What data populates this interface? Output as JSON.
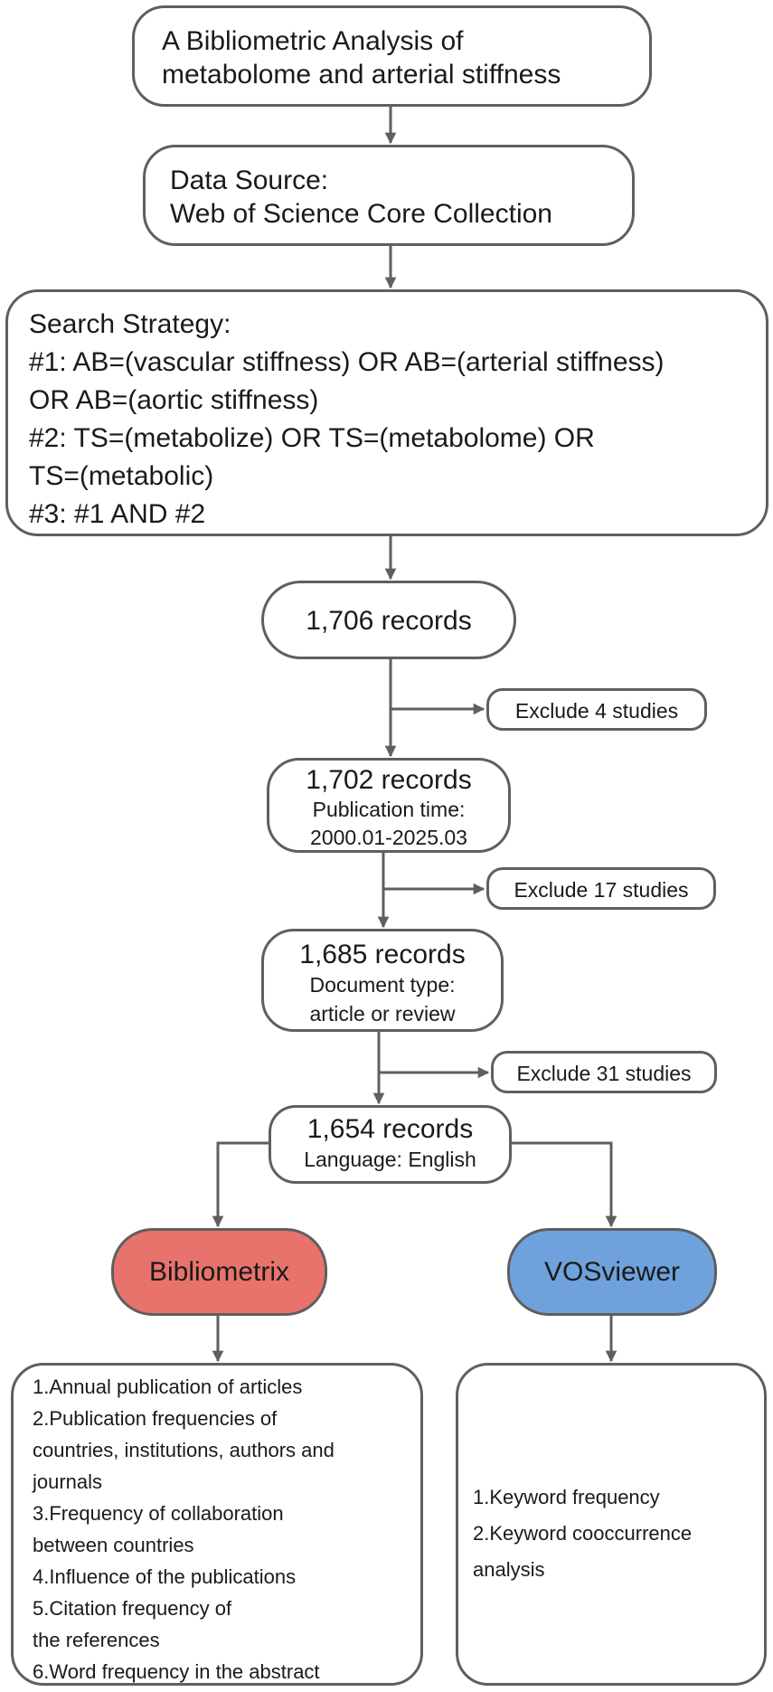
{
  "title_box": {
    "lines": [
      "A Bibliometric Analysis of",
      "metabolome and arterial stiffness"
    ]
  },
  "source_box": {
    "lines": [
      "Data Source:",
      "Web of Science Core Collection"
    ]
  },
  "strategy_box": {
    "lines": [
      "Search Strategy:",
      "#1: AB=(vascular stiffness) OR AB=(arterial stiffness)",
      "OR AB=(aortic stiffness)",
      "#2: TS=(metabolize) OR TS=(metabolome) OR",
      "TS=(metabolic)",
      "#3: #1 AND #2"
    ]
  },
  "records": [
    {
      "count": "1,706 records",
      "details": []
    },
    {
      "count": "1,702 records",
      "details": [
        "Publication time:",
        "2000.01-2025.03"
      ]
    },
    {
      "count": "1,685 records",
      "details": [
        "Document type:",
        "article or review"
      ]
    },
    {
      "count": "1,654 records",
      "details": [
        "Language: English"
      ]
    }
  ],
  "exclusions": [
    "Exclude 4 studies",
    "Exclude 17 studies",
    "Exclude 31 studies"
  ],
  "tools": [
    {
      "name": "Bibliometrix",
      "color": "#e8736d"
    },
    {
      "name": "VOSviewer",
      "color": "#6fa2dc"
    }
  ],
  "bibliometrix_items": [
    "1.Annual publication of articles",
    "2.Publication frequencies of",
    "countries, institutions, authors and",
    "journals",
    "3.Frequency of collaboration",
    "between countries",
    "4.Influence of the publications",
    "5.Citation frequency of",
    "the references",
    "6.Word frequency in the abstract"
  ],
  "vosviewer_items": [
    "1.Keyword frequency",
    "2.Keyword cooccurrence",
    "analysis"
  ],
  "colors": {
    "line": "#5f5f5f"
  }
}
